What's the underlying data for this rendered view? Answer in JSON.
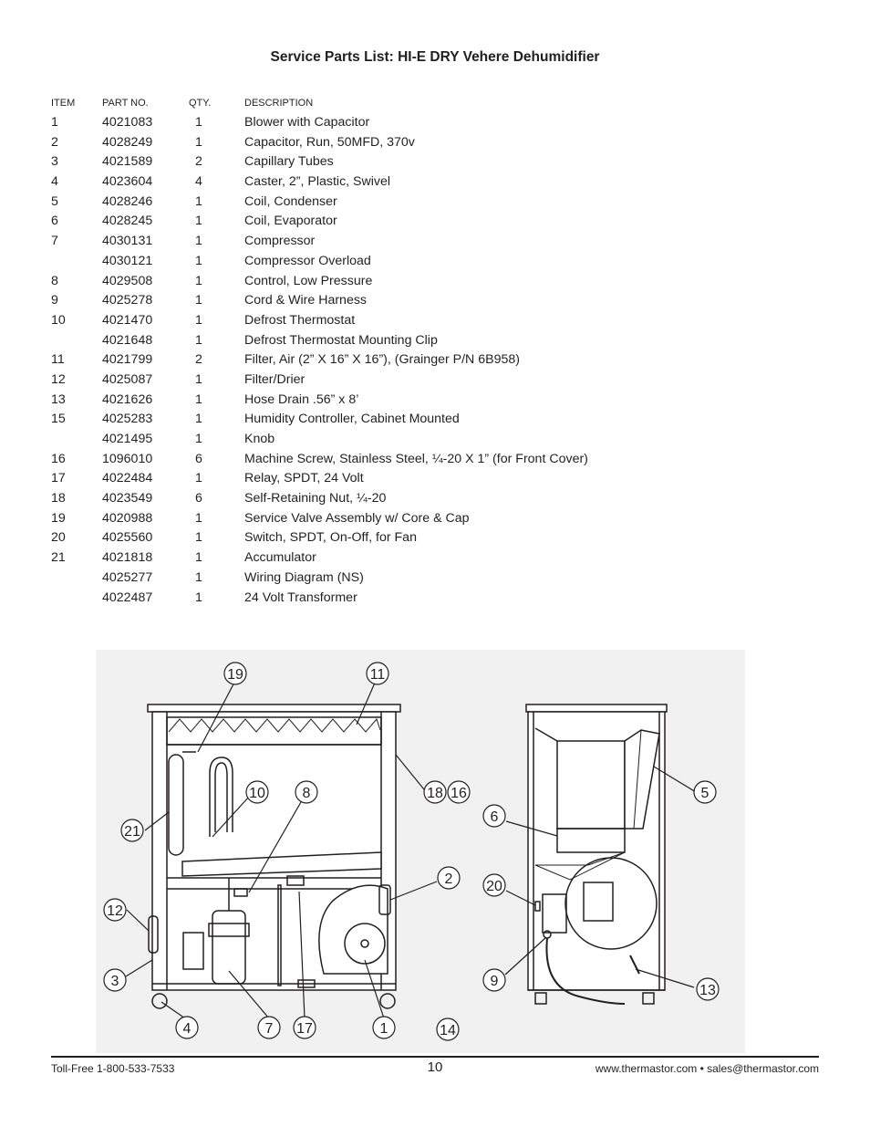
{
  "title": "Service Parts List: HI-E DRY Vehere Dehumidifier",
  "table": {
    "headers": {
      "item": "ITEM",
      "part": "PART NO.",
      "qty": "QTY.",
      "desc": "DESCRIPTION"
    },
    "rows": [
      {
        "item": "1",
        "part": "4021083",
        "qty": "1",
        "desc": "Blower with Capacitor"
      },
      {
        "item": "2",
        "part": "4028249",
        "qty": "1",
        "desc": "Capacitor, Run, 50MFD, 370v"
      },
      {
        "item": "3",
        "part": "4021589",
        "qty": "2",
        "desc": "Capillary Tubes"
      },
      {
        "item": "4",
        "part": "4023604",
        "qty": "4",
        "desc": "Caster, 2”, Plastic, Swivel"
      },
      {
        "item": "5",
        "part": "4028246",
        "qty": "1",
        "desc": "Coil, Condenser"
      },
      {
        "item": "6",
        "part": "4028245",
        "qty": "1",
        "desc": "Coil, Evaporator"
      },
      {
        "item": "7",
        "part": "4030131",
        "qty": "1",
        "desc": "Compressor"
      },
      {
        "item": "",
        "part": "4030121",
        "qty": "1",
        "desc": "Compressor Overload"
      },
      {
        "item": "8",
        "part": "4029508",
        "qty": "1",
        "desc": "Control, Low Pressure"
      },
      {
        "item": "9",
        "part": "4025278",
        "qty": "1",
        "desc": "Cord & Wire Harness"
      },
      {
        "item": "10",
        "part": "4021470",
        "qty": "1",
        "desc": "Defrost Thermostat"
      },
      {
        "item": "",
        "part": "4021648",
        "qty": "1",
        "desc": "Defrost Thermostat Mounting Clip"
      },
      {
        "item": "11",
        "part": "4021799",
        "qty": "2",
        "desc": "Filter, Air (2” X 16” X 16”), (Grainger P/N 6B958)"
      },
      {
        "item": "12",
        "part": "4025087",
        "qty": "1",
        "desc": "Filter/Drier"
      },
      {
        "item": "13",
        "part": "4021626",
        "qty": "1",
        "desc": "Hose Drain .56” x 8’"
      },
      {
        "item": "15",
        "part": "4025283",
        "qty": "1",
        "desc": "Humidity Controller, Cabinet Mounted"
      },
      {
        "item": "",
        "part": "4021495",
        "qty": "1",
        "desc": "Knob"
      },
      {
        "item": "16",
        "part": "1096010",
        "qty": "6",
        "desc": "Machine Screw, Stainless Steel, ¼-20 X 1” (for Front Cover)"
      },
      {
        "item": "17",
        "part": "4022484",
        "qty": "1",
        "desc": "Relay, SPDT, 24 Volt"
      },
      {
        "item": "18",
        "part": "4023549",
        "qty": "6",
        "desc": "Self-Retaining Nut, ¼-20"
      },
      {
        "item": "19",
        "part": "4020988",
        "qty": "1",
        "desc": "Service Valve Assembly w/ Core & Cap"
      },
      {
        "item": "20",
        "part": "4025560",
        "qty": "1",
        "desc": "Switch, SPDT, On-Off, for Fan"
      },
      {
        "item": "21",
        "part": "4021818",
        "qty": "1",
        "desc": "Accumulator"
      },
      {
        "item": "",
        "part": "4025277",
        "qty": "1",
        "desc": "Wiring Diagram (NS)"
      },
      {
        "item": "",
        "part": "4022487",
        "qty": "1",
        "desc": "24 Volt Transformer"
      }
    ]
  },
  "callouts": {
    "c19": "19",
    "c11": "11",
    "c10": "10",
    "c8": "8",
    "c18": "18",
    "c16": "16",
    "c21": "21",
    "c2": "2",
    "c12": "12",
    "c3": "3",
    "c4": "4",
    "c7": "7",
    "c17": "17",
    "c1": "1",
    "c14": "14",
    "c5": "5",
    "c6": "6",
    "c20": "20",
    "c9": "9",
    "c13": "13"
  },
  "footer": {
    "phone": "Toll-Free 1-800-533-7533",
    "page": "10",
    "contact": "www.thermastor.com • sales@thermastor.com"
  }
}
